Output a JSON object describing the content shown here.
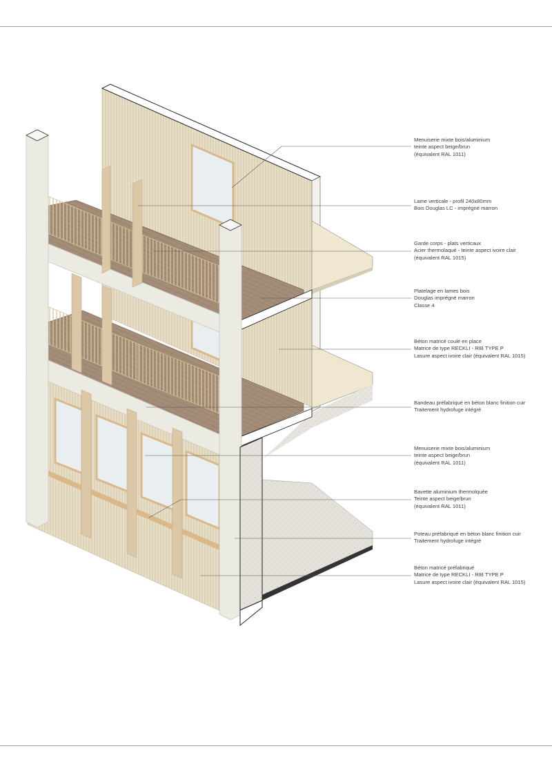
{
  "callouts": [
    {
      "lines": [
        "Menuiserie mixte bois/aluminium",
        "teinte aspect beige/brun",
        "(équivalent RAL 1011)"
      ]
    },
    {
      "lines": [
        "Lame verticale - profil 240x80mm",
        "Bois Douglas LC - imprégné marron"
      ]
    },
    {
      "lines": [
        "Garde corps - plats verticaux",
        "Acier thermolaqué - teinte aspect ivoire clair",
        "(équivalent RAL 1015)"
      ]
    },
    {
      "lines": [
        "Platelage en lames bois",
        "Douglas imprégné marron",
        "Classe 4"
      ]
    },
    {
      "lines": [
        "Béton matricé coulé en place",
        "Matrice de type RECKLI - RIB TYPE P",
        "Lasure aspect ivoire clair (équivalent RAL 1015)"
      ]
    },
    {
      "lines": [
        "Bandeau préfabriqué en béton blanc finition cuir",
        "Traitement hydrofuge intégré"
      ]
    },
    {
      "lines": [
        "Menuiserie mixte bois/aluminium",
        "teinte aspect beige/brun",
        "(équivalent RAL 1011)"
      ]
    },
    {
      "lines": [
        "Bavette aluminium thermolquée",
        "Teinte aspect beige/brun",
        "(équivalent RAL 1011)"
      ]
    },
    {
      "lines": [
        "Poteau préfabriqué en béton blanc finition cuir",
        "Traitement hydrofuge intégré"
      ]
    },
    {
      "lines": [
        "Béton matricé préfabriqué",
        "Matrice de type RECKLI - RIB TYPE P",
        "Lasure aspect ivoire clair (équivalent RAL 1015)"
      ]
    }
  ],
  "colors": {
    "concrete": "#ecebe3",
    "concrete_edge": "#c9c7bd",
    "timber_cladding": "#e6dcc4",
    "timber_lines": "#cfc2a2",
    "timber_post": "#dcc8a6",
    "decking": "#a08a76",
    "glass": "#e9eef0",
    "frame": "#d9b98a",
    "slab_top": "#f0e7d0",
    "leader": "#555555"
  }
}
